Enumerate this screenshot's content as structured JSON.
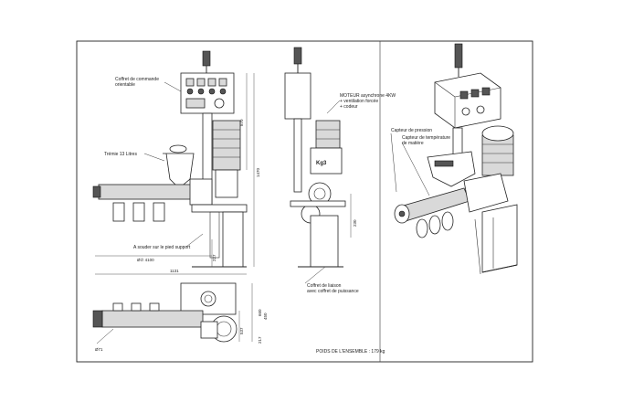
{
  "labels": {
    "control_box": [
      "Coffret de commande",
      "orientable"
    ],
    "hopper": "Trémie 13 Litres",
    "weld_foot": "A souder sur le pied support",
    "motor": [
      "MOTEUR asynchrone 4KW",
      "+ ventilation forcée",
      "+ codeur"
    ],
    "pressure_sensor": "Capteur de pression",
    "temp_sensor": [
      "Capteur de température",
      "de matière"
    ],
    "junction_box": [
      "Coffret de liaison",
      "avec coffret de puissance"
    ],
    "total_weight": "POIDS DE L'ENSEMBLE : 179 kg",
    "brand": "Kg3"
  },
  "dimensions": {
    "d_1131": "1131",
    "d_870": "870",
    "d_1470": "1470",
    "d_227": "227",
    "d_230": "230",
    "d_450": "450",
    "d_660": "660",
    "d_537": "537",
    "d_1257": "1257",
    "d_217": "217",
    "d_screw": "Ø∅ 4100",
    "d_phi": "Ø71"
  }
}
